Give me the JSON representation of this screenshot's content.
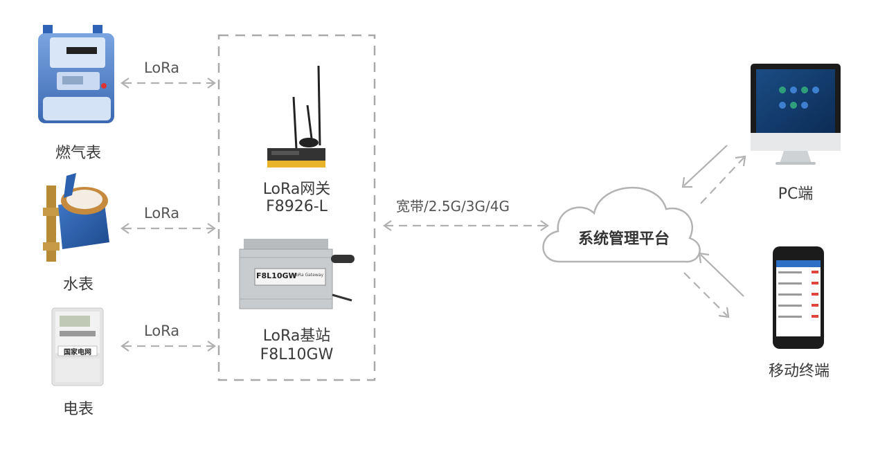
{
  "devices": {
    "gas_meter": "燃气表",
    "water_meter": "水表",
    "electric_meter": "电表",
    "electric_meter_face_text": "国家电网"
  },
  "links": {
    "gas": "LoRa",
    "water": "LoRa",
    "electric": "LoRa",
    "broadband": "宽带/2.5G/3G/4G"
  },
  "gateway": {
    "name": "LoRa网关",
    "model": "F8926-L"
  },
  "base_station": {
    "name": "LoRa基站",
    "model": "F8L10GW",
    "plate_text": "F8L10GW",
    "plate_sub": "LoRa Gateway"
  },
  "platform": {
    "name": "系统管理平台"
  },
  "clients": {
    "pc": "PC端",
    "mobile": "移动终端"
  },
  "colors": {
    "dash": "#a8a8a8",
    "arrow": "#b0b0b0",
    "meter_blue": "#3f6fb7",
    "gateway_yellow": "#e8b42a",
    "screen_blue": "#123a6b"
  }
}
